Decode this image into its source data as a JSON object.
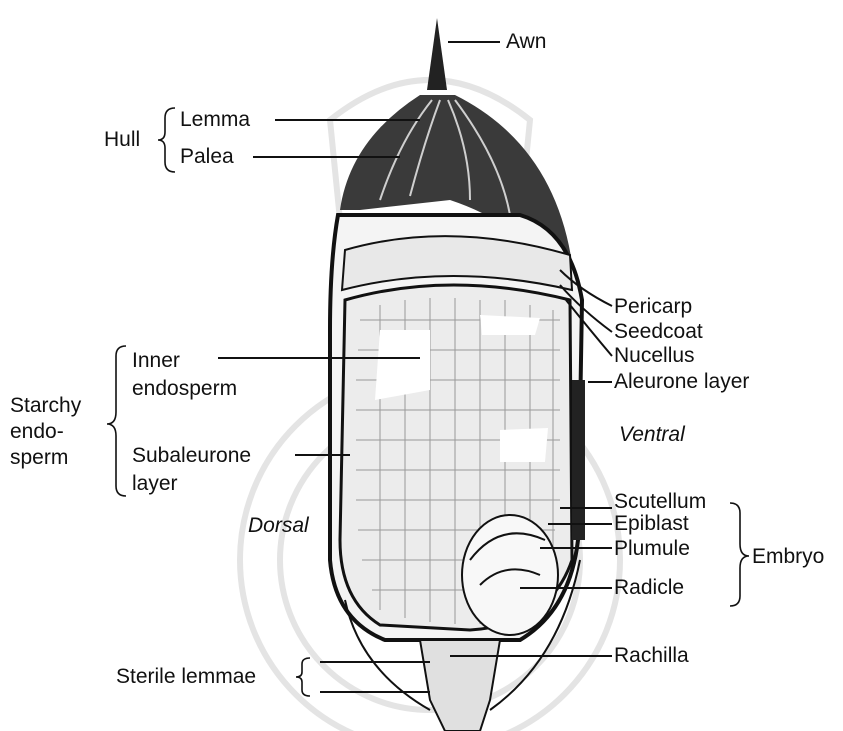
{
  "labels": {
    "awn": "Awn",
    "hull": "Hull",
    "lemma": "Lemma",
    "palea": "Palea",
    "pericarp": "Pericarp",
    "seedcoat": "Seedcoat",
    "nucellus": "Nucellus",
    "aleurone": "Aleurone layer",
    "ventral": "Ventral",
    "starchy": [
      "Starchy",
      "endo-",
      "sperm"
    ],
    "inner_endosperm": [
      "Inner",
      "endosperm"
    ],
    "subaleurone": [
      "Subaleurone",
      "layer"
    ],
    "dorsal": "Dorsal",
    "scutellum": "Scutellum",
    "epiblast": "Epiblast",
    "plumule": "Plumule",
    "radicle": "Radicle",
    "embryo": "Embryo",
    "rachilla": "Rachilla",
    "sterile_lemmae": "Sterile lemmae"
  },
  "colors": {
    "ink": "#111111",
    "watermark": "#e4e4e4",
    "stipple": "#2a2a2a"
  }
}
